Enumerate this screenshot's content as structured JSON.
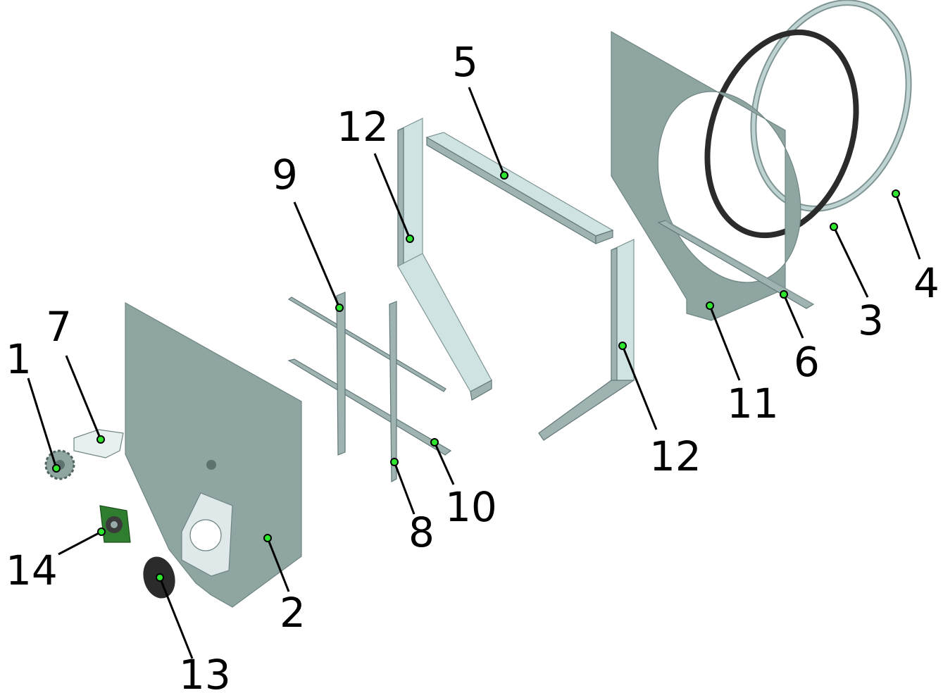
{
  "callouts": [
    {
      "id": "c1",
      "label": "1"
    },
    {
      "id": "c2",
      "label": "2"
    },
    {
      "id": "c3",
      "label": "3"
    },
    {
      "id": "c4",
      "label": "4"
    },
    {
      "id": "c5",
      "label": "5"
    },
    {
      "id": "c6",
      "label": "6"
    },
    {
      "id": "c7",
      "label": "7"
    },
    {
      "id": "c8",
      "label": "8"
    },
    {
      "id": "c9",
      "label": "9"
    },
    {
      "id": "c10",
      "label": "10"
    },
    {
      "id": "c11",
      "label": "11"
    },
    {
      "id": "c12a",
      "label": "12"
    },
    {
      "id": "c12b",
      "label": "12"
    },
    {
      "id": "c13",
      "label": "13"
    },
    {
      "id": "c14",
      "label": "14"
    }
  ],
  "colors": {
    "sheet_metal": "#8fa5a2",
    "light_metal": "#cfe3e3",
    "seal_ring": "#2b2b2b",
    "bearing_housing": "#2f7d2f",
    "callout_dot": "#2ee62e"
  }
}
